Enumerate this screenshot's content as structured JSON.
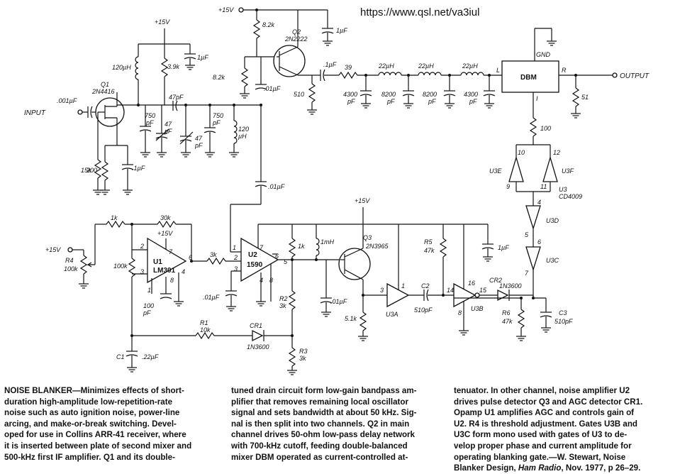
{
  "url": "https://www.qsl.net/va3iul",
  "ports": {
    "input": "INPUT",
    "output": "OUTPUT",
    "gnd": "GND",
    "supply": "+15V"
  },
  "components": {
    "q1": "Q1",
    "q1_part": "2N4416",
    "q2": "Q2",
    "q2_part": "2N2222",
    "q3": "Q3",
    "q3_part": "2N3965",
    "u1": "U1",
    "u1_part": "LM301",
    "u2": "U2",
    "u2_part": "1590",
    "dbm": "DBM",
    "u3": "U3",
    "u3_part": "CD4009",
    "u3a": "U3A",
    "u3b": "U3B",
    "u3c": "U3C",
    "u3d": "U3D",
    "u3e": "U3E",
    "u3f": "U3F",
    "cr1": "CR1",
    "cr1_part": "1N3600",
    "cr2": "CR2",
    "cr2_part": "1N3600",
    "r1": "R1",
    "r1_val": "10k",
    "r2": "R2",
    "r2_val": "3k",
    "r3": "R3",
    "r3_val": "3k",
    "r4": "R4",
    "r4_val": "100k",
    "r5": "R5",
    "r5_val": "47k",
    "r6": "R6",
    "r6_val": "47k",
    "c1": "C1",
    "c1_val": ".22µF",
    "c2": "C2",
    "c2_val": "510pF",
    "c3": "C3",
    "c3_val": "510pF"
  },
  "values": {
    "c_in": ".001µF",
    "r_15k": "15k",
    "r_200": "200",
    "c_src": ".1µF",
    "l_120uh_a": "120µH",
    "r_3k9": "3.9k",
    "c_1uf_a": "1µF",
    "c_750_a": "750",
    "pf": "pF",
    "c_47_a": "47",
    "c_47pf": "47pF",
    "c_47_b": "47",
    "c_750_b": "750",
    "l_120": "120",
    "uh": "µH",
    "r_8k2_a": "8.2k",
    "r_8k2_b": "8.2k",
    "c_01_a": ".01µF",
    "c_1uf_b": "1µF",
    "r_510": "510",
    "c_1_out": ".1µF",
    "r_39": "39",
    "l_22_a": "22µH",
    "l_22_b": "22µH",
    "l_22_c": "22µH",
    "c_4300_a": "4300",
    "c_8200_a": "8200",
    "c_8200_b": "8200",
    "c_4300_b": "4300",
    "r_51": "51",
    "r_100": "100",
    "c_01_b": ".01µF",
    "r_1k": "1k",
    "r_30k": "30k",
    "r_100k": "100k",
    "c_100pf": "100",
    "r_3k": "3k",
    "c_01_c": ".01µF",
    "r_1k_b": "1k",
    "l_1mh": "1mH",
    "c_1uf_c": "1µF",
    "c_01_d": ".01µF",
    "r_5k1": "5.1k",
    "dbm_l": "L",
    "dbm_r": "R",
    "dbm_i": "I"
  },
  "pins": {
    "u1_2": "2",
    "u1_3": "3",
    "u1_7": "7",
    "u1_6": "6",
    "u1_4": "4",
    "u1_8": "8",
    "u1_1": "1",
    "u2_1": "1",
    "u2_2": "2",
    "u2_3": "3",
    "u2_4": "4",
    "u2_5": "5",
    "u2_6": "6",
    "u2_7": "7",
    "u2_8": "8",
    "u3a_3": "3",
    "u3a_1": "1",
    "u3b_14": "14",
    "u3b_16": "16",
    "u3b_15": "15",
    "u3b_8": "8",
    "u3c_6": "6",
    "u3c_7": "7",
    "u3d_4": "4",
    "u3d_5": "5",
    "u3e_10": "10",
    "u3e_9": "9",
    "u3f_12": "12",
    "u3f_11": "11"
  },
  "caption": {
    "col1": [
      "NOISE BLANKER—Minimizes effects of short-",
      "duration high-amplitude low-repetition-rate",
      "noise such as auto ignition noise, power-line",
      "arcing, and make-or-break switching. Devel-",
      "oped for use in Collins ARR-41 receiver, where",
      "it is inserted between plate of second mixer and",
      "500-kHz first IF amplifier. Q1 and its double-"
    ],
    "col2": [
      "tuned drain circuit form low-gain bandpass am-",
      "plifier that removes remaining local oscillator",
      "signal and sets bandwidth at about 50 kHz. Sig-",
      "nal is then split into two channels. Q2 in main",
      "channel drives 50-ohm low-pass delay network",
      "with 700-kHz cutoff, feeding double-balanced",
      "mixer DBM operated as current-controlled at-"
    ],
    "col3": [
      "tenuator. In other channel, noise amplifier U2",
      "drives pulse detector Q3 and AGC detector CR1.",
      "Opamp U1 amplifies AGC and controls gain of",
      "U2. R4 is threshold adjustment. Gates U3B and",
      "U3C form mono used with gates of U3 to de-",
      "velop proper phase and current amplitude for",
      "operating blanking gate.—W. Stewart, Noise"
    ],
    "col3_last_a": "Blanker Design, ",
    "col3_last_b": "Ham Radio",
    "col3_last_c": ", Nov. 1977, p 26–29."
  }
}
